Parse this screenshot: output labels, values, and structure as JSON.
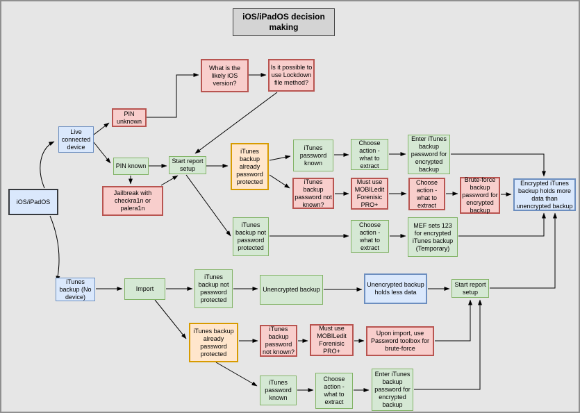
{
  "title": "iOS/iPadOS decision making",
  "colors": {
    "background": "#e6e6e6",
    "blue_fill": "#dae8fc",
    "blue_stroke": "#6c8ebf",
    "green_fill": "#d5e8d4",
    "green_stroke": "#82b366",
    "red_fill": "#f8cecc",
    "red_stroke": "#b85450",
    "orange_fill": "#ffe6cc",
    "orange_stroke": "#d79b00",
    "title_fill": "#d4d4d4",
    "edge_color": "#000000"
  },
  "nodes": {
    "start": "iOS/iPadOS",
    "live_device": "Live connected device",
    "pin_unknown": "PIN unknown",
    "pin_known": "PIN known",
    "jailbreak": "Jailbreak with checkra1n or palera1n",
    "ios_version": "What is the likely iOS version?",
    "lockdown": "Is it possible to use Lockdown file method?",
    "start_report_top": "Start report setup",
    "backup_protected_top": "iTunes backup already password protected",
    "pwd_known_top": "iTunes password known",
    "pwd_not_known_top": "iTunes backup password not known?",
    "choose_action_1": "Choose action - what to extract",
    "enter_pwd_top": "Enter iTunes backup password for encrypted backup",
    "mobiledit_top": "Must use MOBILedit Forenisic PRO+",
    "choose_action_2": "Choose action - what to extract",
    "bruteforce": "Brute-force backup password for encrypted backup",
    "encrypted_more": "Encrypted iTunes backup holds more data than unencrypted backup",
    "not_protected_top": "iTunes backup not password protected",
    "choose_action_3": "Choose action - what to extract",
    "mef123": "MEF sets 123 for encrypted iTunes backup (Temporary)",
    "itunes_backup": "iTunes backup (No device)",
    "import": "Import",
    "not_protected_bottom": "iTunes backup not password protected",
    "backup_protected_bottom": "iTunes backup already password protected",
    "unencrypted": "Unencrypted backup",
    "unencrypted_less": "Unencrypted backup holds less data",
    "start_report_bottom": "Start report setup",
    "pwd_not_known_bottom": "iTunes backup password not known?",
    "mobiledit_bottom": "Must use MOBILedit Forenisic PRO+",
    "upon_import": "Upon import, use Password toolbox for brute-force",
    "pwd_known_bottom": "iTunes password known",
    "choose_action_4": "Choose action - what to extract",
    "enter_pwd_bottom": "Enter iTunes backup password for encrypted backup"
  },
  "edges": [
    {
      "from": "start",
      "to": "live_device"
    },
    {
      "from": "start",
      "to": "itunes_backup"
    },
    {
      "from": "live_device",
      "to": "pin_unknown"
    },
    {
      "from": "live_device",
      "to": "pin_known"
    },
    {
      "from": "pin_unknown",
      "to": "ios_version"
    },
    {
      "from": "ios_version",
      "to": "lockdown"
    },
    {
      "from": "lockdown",
      "to": "start_report_top"
    },
    {
      "from": "pin_known",
      "to": "start_report_top"
    },
    {
      "from": "pin_known",
      "to": "jailbreak"
    },
    {
      "from": "jailbreak",
      "to": "start_report_top"
    },
    {
      "from": "start_report_top",
      "to": "backup_protected_top"
    },
    {
      "from": "start_report_top",
      "to": "not_protected_top"
    },
    {
      "from": "backup_protected_top",
      "to": "pwd_known_top"
    },
    {
      "from": "backup_protected_top",
      "to": "pwd_not_known_top"
    },
    {
      "from": "pwd_known_top",
      "to": "choose_action_1"
    },
    {
      "from": "choose_action_1",
      "to": "enter_pwd_top"
    },
    {
      "from": "enter_pwd_top",
      "to": "encrypted_more"
    },
    {
      "from": "pwd_not_known_top",
      "to": "mobiledit_top"
    },
    {
      "from": "mobiledit_top",
      "to": "choose_action_2"
    },
    {
      "from": "choose_action_2",
      "to": "bruteforce"
    },
    {
      "from": "bruteforce",
      "to": "encrypted_more"
    },
    {
      "from": "not_protected_top",
      "to": "choose_action_3"
    },
    {
      "from": "choose_action_3",
      "to": "mef123"
    },
    {
      "from": "mef123",
      "to": "encrypted_more"
    },
    {
      "from": "itunes_backup",
      "to": "import"
    },
    {
      "from": "import",
      "to": "not_protected_bottom"
    },
    {
      "from": "import",
      "to": "backup_protected_bottom"
    },
    {
      "from": "not_protected_bottom",
      "to": "unencrypted"
    },
    {
      "from": "unencrypted",
      "to": "unencrypted_less"
    },
    {
      "from": "unencrypted_less",
      "to": "start_report_bottom"
    },
    {
      "from": "start_report_bottom",
      "to": "encrypted_more"
    },
    {
      "from": "backup_protected_bottom",
      "to": "pwd_not_known_bottom"
    },
    {
      "from": "backup_protected_bottom",
      "to": "pwd_known_bottom"
    },
    {
      "from": "pwd_not_known_bottom",
      "to": "mobiledit_bottom"
    },
    {
      "from": "mobiledit_bottom",
      "to": "upon_import"
    },
    {
      "from": "upon_import",
      "to": "start_report_bottom"
    },
    {
      "from": "pwd_known_bottom",
      "to": "choose_action_4"
    },
    {
      "from": "choose_action_4",
      "to": "enter_pwd_bottom"
    },
    {
      "from": "enter_pwd_bottom",
      "to": "start_report_bottom"
    }
  ]
}
